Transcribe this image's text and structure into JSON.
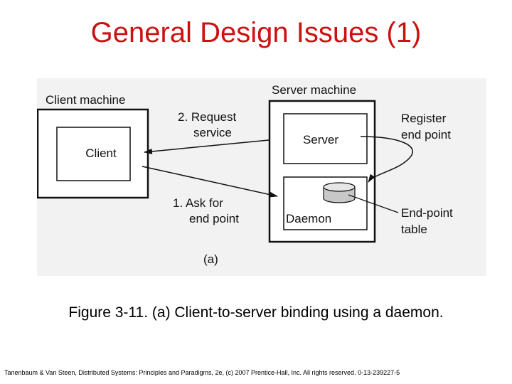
{
  "slide": {
    "title": "General Design Issues (1)",
    "caption": "Figure 3-11. (a) Client-to-server binding using a daemon.",
    "footer": "Tanenbaum & Van Steen, Distributed Systems: Principles and Paradigms, 2e, (c) 2007 Prentice-Hall, Inc. All rights reserved. 0-13-239227-5"
  },
  "diagram": {
    "client_machine_label": "Client machine",
    "server_machine_label": "Server machine",
    "client_label": "Client",
    "server_label": "Server",
    "daemon_label": "Daemon",
    "request_service_line1": "2. Request",
    "request_service_line2": "service",
    "ask_endpoint_line1": "1. Ask for",
    "ask_endpoint_line2": "end point",
    "register_line1": "Register",
    "register_line2": "end point",
    "endpoint_table_line1": "End-point",
    "endpoint_table_line2": "table",
    "subfigure_label": "(a)"
  },
  "colors": {
    "title": "#cc1111",
    "figure_background": "#f2f2f2"
  }
}
